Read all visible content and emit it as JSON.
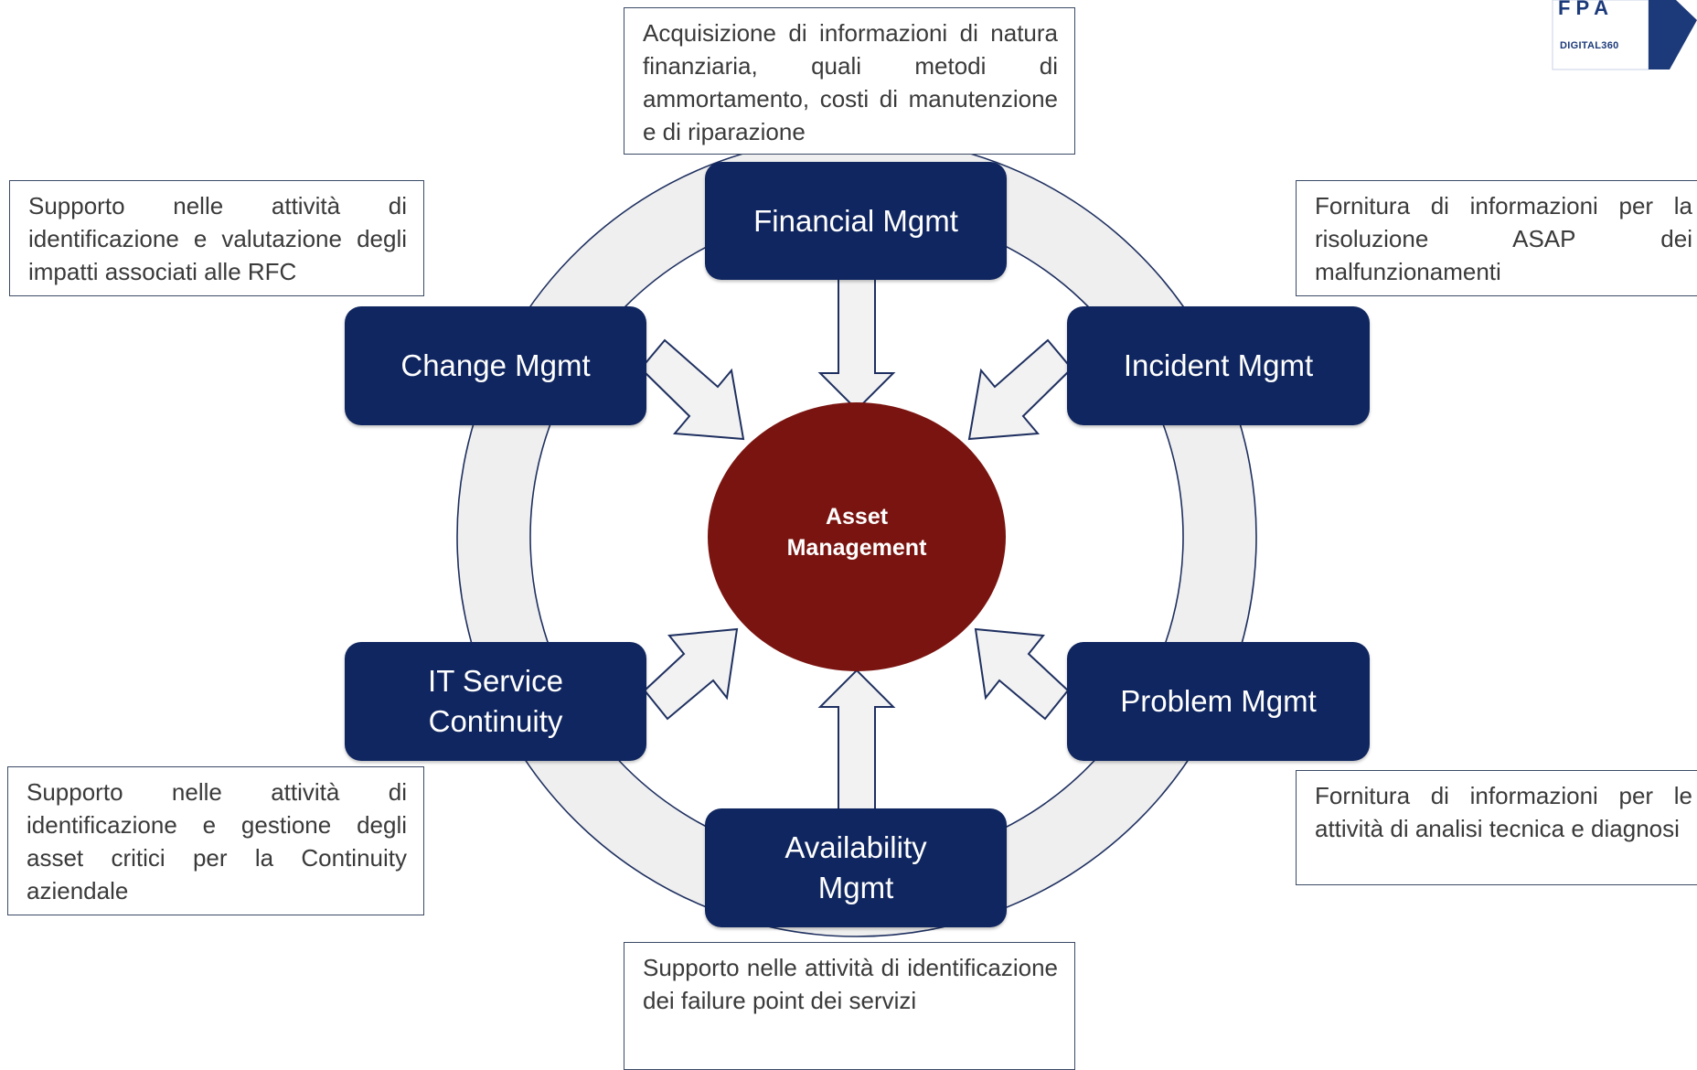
{
  "center": {
    "line1": "Asset",
    "line2": "Management",
    "color": "#7a1410"
  },
  "process_color": "#102660",
  "ring_color": "#efefef",
  "processes": {
    "financial": {
      "label": "Financial Mgmt"
    },
    "change": {
      "label": "Change Mgmt"
    },
    "incident": {
      "label": "Incident Mgmt"
    },
    "it_service": {
      "line1": "IT Service",
      "line2": "Continuity"
    },
    "problem": {
      "label": "Problem Mgmt"
    },
    "availability": {
      "line1": "Availability",
      "line2": "Mgmt"
    }
  },
  "descriptions": {
    "financial": "Acquisizione di informazioni di natura finanziaria, quali metodi di ammortamento, costi di manutenzione e di riparazione",
    "change": "Supporto nelle attività di identificazione e valutazione degli impatti associati alle RFC",
    "incident": "Fornitura di informazioni per la risoluzione ASAP dei malfunzionamenti",
    "it_service": "Supporto nelle attività di identificazione e gestione degli asset critici per la Continuity aziendale",
    "problem": "Fornitura di informazioni per le attività di analisi tecnica e diagnosi",
    "availability": "Supporto nelle attività di identificazione dei failure point dei servizi"
  },
  "logo": {
    "icon": "fpa-digital360-logo",
    "text": "DIGITAL360"
  }
}
